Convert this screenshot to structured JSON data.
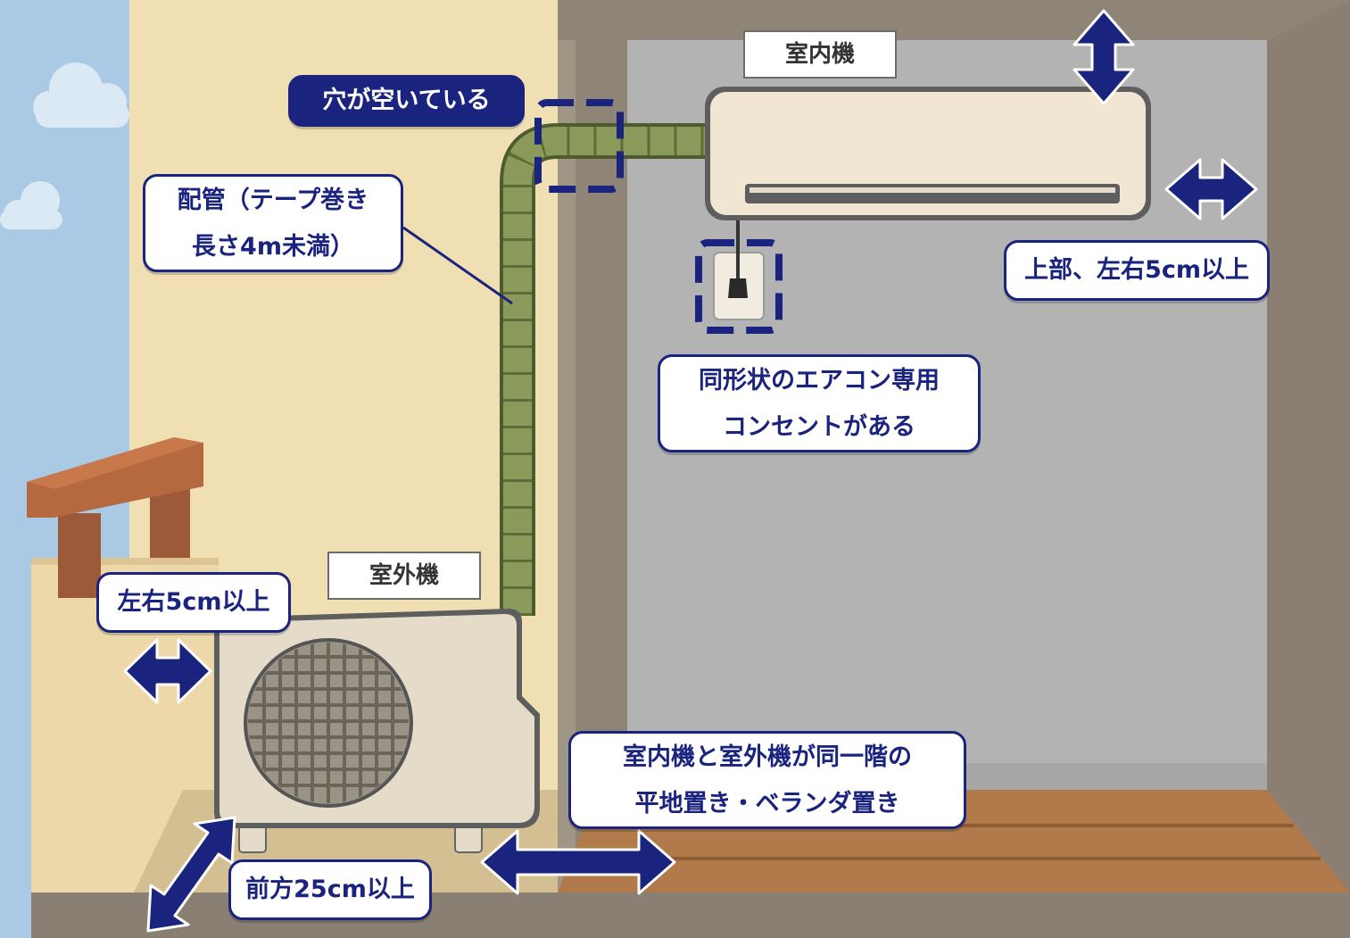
{
  "colors": {
    "sky": "#a8c8e4",
    "exterior_wall": "#f1dfb4",
    "interior_wall": "#b3b3b3",
    "pipe": "#8a9a5b",
    "accent_navy": "#1a237e",
    "floor_wood": "#b07a4a"
  },
  "labels": {
    "indoor_unit": "室内機",
    "outdoor_unit": "室外機"
  },
  "callouts": {
    "hole": "穴が空いている",
    "piping": [
      "配管（テープ巻き",
      "長さ4m未満）"
    ],
    "outlet": [
      "同形状のエアコン専用",
      "コンセントがある"
    ],
    "indoor_clearance": "上部、左右5cm以上",
    "outdoor_side_clearance": "左右5cm以上",
    "front_clearance": "前方25cm以上",
    "same_floor": [
      "室内機と室外機が同一階の",
      "平地置き・ベランダ置き"
    ]
  },
  "icons": {
    "clearance_arrow": "double-arrow-icon",
    "highlight": "dashed-highlight-icon",
    "plug": "plug-icon",
    "fan_grille": "fan-grille-icon"
  }
}
